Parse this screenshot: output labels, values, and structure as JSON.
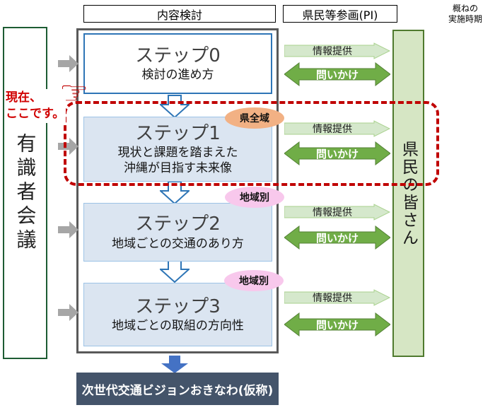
{
  "headers": {
    "content_review": "内容検討",
    "participation": "県民等参画(PI)",
    "timing_line1": "概ねの",
    "timing_line2": "実施時期"
  },
  "left_panel": {
    "label": "有識者会議"
  },
  "right_panel": {
    "label": "県民の皆さん"
  },
  "annotation": {
    "line1": "現在、",
    "line2": "ここです。",
    "hand_icon": "☞"
  },
  "steps": [
    {
      "title": "ステップ0",
      "lines": [
        "検討の進め方"
      ]
    },
    {
      "title": "ステップ1",
      "lines": [
        "現状と課題を踏まえた",
        "沖縄が目指す未来像"
      ]
    },
    {
      "title": "ステップ2",
      "lines": [
        "地域ごとの交通のあり方"
      ]
    },
    {
      "title": "ステップ3",
      "lines": [
        "地域ごとの取組の方向性"
      ]
    }
  ],
  "badges": {
    "step1": "県全域",
    "step2": "地域別",
    "step3": "地域別"
  },
  "pi_arrows": {
    "info_label": "情報提供",
    "ask_label": "問いかけ"
  },
  "bottom": {
    "label": "次世代交通ビジョンおきなわ(仮称)"
  },
  "colors": {
    "red_accent": "#c00000",
    "blue_accent": "#4472c4",
    "step0_border": "#2e75b6",
    "step_box_fill": "#dbe5f1",
    "info_arrow_fill": "#d5e8cc",
    "ask_arrow_fill": "#70ad47",
    "ask_arrow_border": "#538135",
    "citizens_bar_fill": "#d6e6c4",
    "citizens_bar_border": "#4f7a2e",
    "experts_bar_border": "#1d5c33",
    "container_border": "#595959",
    "bottom_box_fill": "#44546a",
    "badge_orange": "#f2b184",
    "badge_pink": "#f8c8ec",
    "gray_arrow": "#a6a6a6"
  }
}
